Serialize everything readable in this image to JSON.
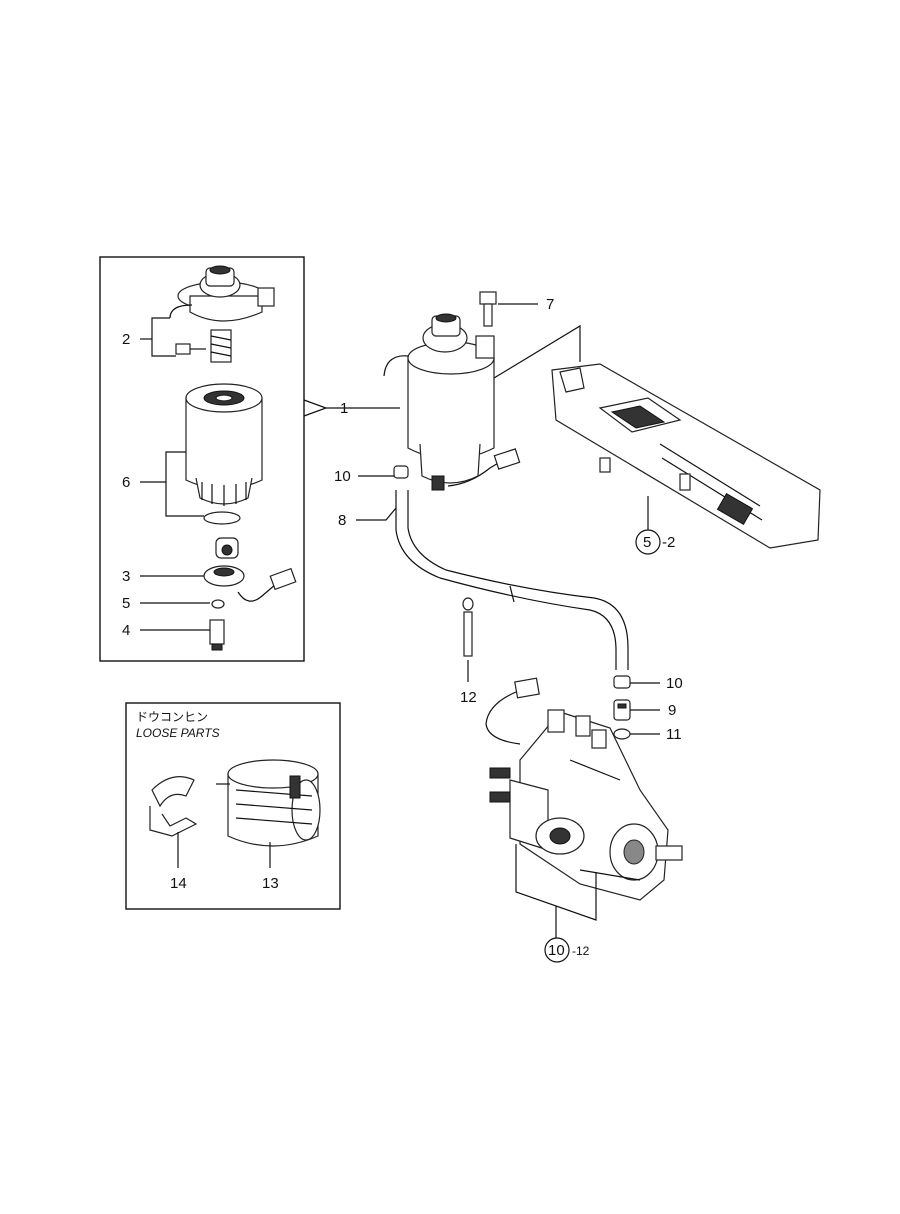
{
  "callouts": {
    "c1": "1",
    "c2": "2",
    "c3": "3",
    "c4": "4",
    "c5a": "5",
    "c6": "6",
    "c7": "7",
    "c8": "8",
    "c9": "9",
    "c10a": "10",
    "c10b": "10",
    "c11": "11",
    "c12": "12",
    "c13": "13",
    "c14": "14"
  },
  "ref_circles": {
    "r5": {
      "circle": "5",
      "suffix": "-2"
    },
    "r10": {
      "circle": "10",
      "suffix": "-12"
    }
  },
  "loose_parts": {
    "title_jp": "ドウコンヒン",
    "title_en": "LOOSE PARTS"
  },
  "icons": [
    "fuel-filter-assembly",
    "filter-cartridge",
    "manifold",
    "injection-pump",
    "solenoid"
  ]
}
